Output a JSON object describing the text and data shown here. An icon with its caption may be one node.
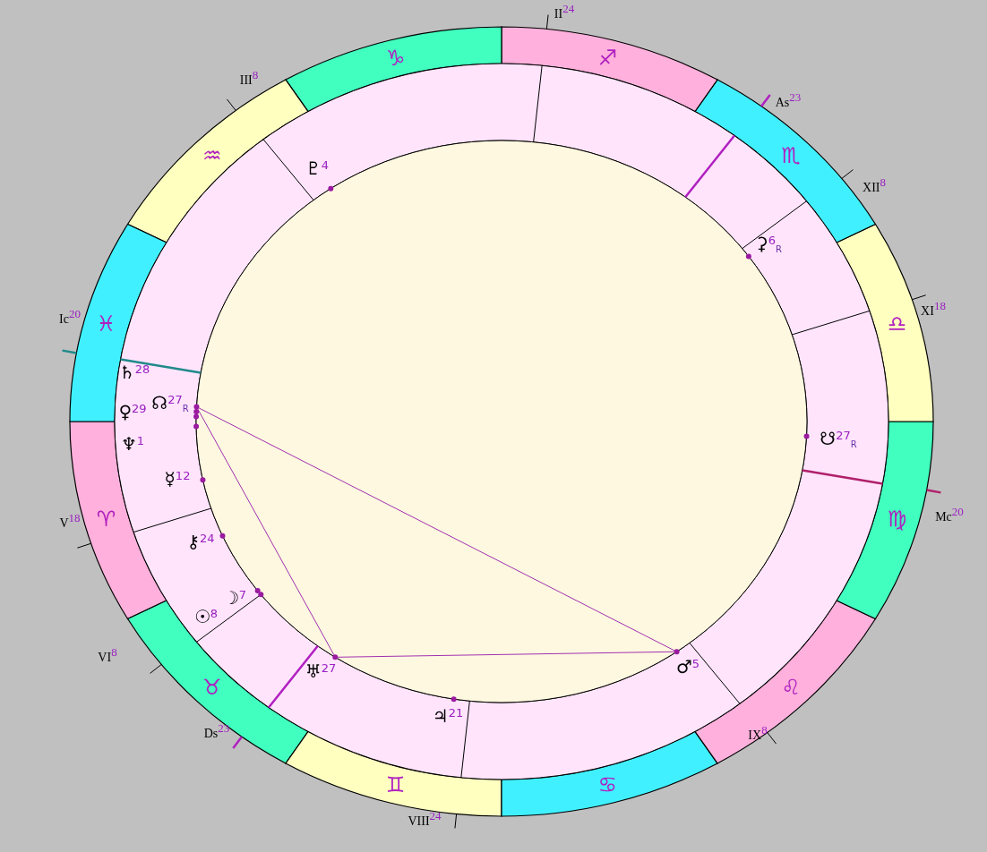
{
  "diagram": {
    "nodes": [
      {
        "text": [
          "♈"
        ]
      },
      {
        "text": [
          "♉"
        ]
      },
      {
        "text": [
          "♊"
        ]
      },
      {
        "text": [
          "♋"
        ]
      },
      {
        "text": [
          "♌"
        ]
      },
      {
        "text": [
          "♍"
        ]
      },
      {
        "text": [
          "♎"
        ]
      },
      {
        "text": [
          "♏"
        ]
      },
      {
        "text": [
          "♐"
        ]
      },
      {
        "text": [
          "♑"
        ]
      },
      {
        "text": [
          "♒"
        ]
      },
      {
        "text": [
          "♓"
        ]
      },
      {
        "text": [],
        "shape": "circle"
      },
      {
        "text": [],
        "shape": "circle"
      },
      {
        "text": [],
        "shape": "circle"
      },
      {
        "text": [],
        "shape": "circle"
      },
      {
        "text": [],
        "shape": "circle"
      },
      {
        "text": [],
        "shape": "circle"
      },
      {
        "text": [],
        "shape": "circle"
      },
      {
        "text": [],
        "shape": "circle"
      },
      {
        "text": [],
        "shape": "circle"
      },
      {
        "text": [],
        "shape": "circle"
      },
      {
        "text": [],
        "shape": "circle"
      },
      {
        "text": [],
        "shape": "circle"
      },
      {
        "text": [],
        "shape": "circle"
      },
      {
        "text": [],
        "shape": "circle"
      }
    ],
    "edges": [
      {
        "from": 14,
        "to": 23,
        "arrow": "none"
      },
      {
        "from": 14,
        "to": 24,
        "arrow": "none"
      },
      {
        "from": 24,
        "to": 23,
        "arrow": "none"
      }
    ],
    "labels": [
      "II$^{24}$",
      "III$^{8}$",
      "As$^{23}$",
      "♇$^{4}$",
      "XII$^{8}$",
      "⚳$^{6}$$_{R}$",
      "Ic$^{20}$",
      "XI$^{18}$",
      "♄$^{28}$",
      "☊$^{27}$$_{R}$",
      "♀$^{29}$",
      "☋$^{27}$$_{R}$",
      "♆$^{1}$",
      "☿$^{12}$",
      "Mc$^{20}$",
      "V$^{18}$",
      "⚷$^{24}$",
      "☽$^{7}$",
      "☉$^{8}$",
      "VI$^{8}$",
      "♅$^{27}$",
      "♂$^{5}$",
      "♃$^{21}$",
      "Ds$^{23}$",
      "IX$^{8}$",
      "VIII$^{24}$"
    ]
  }
}
